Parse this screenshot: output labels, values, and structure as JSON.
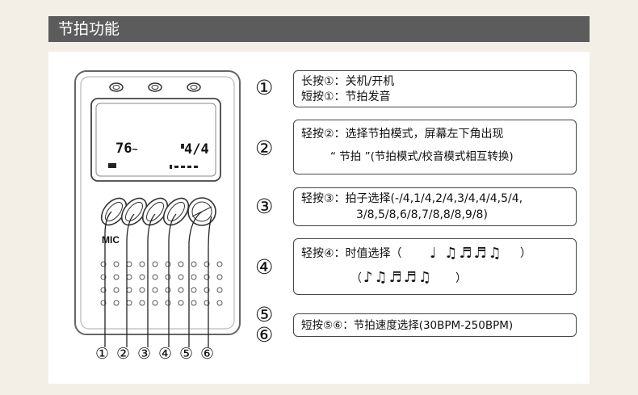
{
  "section": {
    "title": "节拍功能"
  },
  "device": {
    "tempo": "76",
    "time_signature": "4/4",
    "mic_label": "MIC",
    "button_numbers": [
      "①",
      "②",
      "③",
      "④",
      "⑤",
      "⑥"
    ]
  },
  "rows": [
    {
      "marker": "①",
      "lines": [
        "长按①：关机/开机",
        "短按①：节拍发音"
      ]
    },
    {
      "marker": "②",
      "lines": [
        "轻按②：选择节拍模式，屏幕左下角出现",
        "“ 节拍 ”(节拍模式/校音模式相互转换)"
      ]
    },
    {
      "marker": "③",
      "lines": [
        "轻按③：拍子选择(-/4,1/4,2/4,3/4,4/4,5/4,",
        "3/8,5/8,6/8,7/8,8/8,9/8)"
      ]
    },
    {
      "marker": "④",
      "lines": [
        "轻按④：时值选择（",
        "（"
      ],
      "line1_end": "）",
      "line2_end": "）"
    },
    {
      "marker": "⑤",
      "marker2": "⑥",
      "lines": [
        "短按⑤⑥：节拍速度选择(30BPM-250BPM)"
      ]
    }
  ],
  "colors": {
    "header_bg": "#5c5c5c",
    "page_bg": "#f3efe6",
    "panel_bg": "#ffffff"
  }
}
